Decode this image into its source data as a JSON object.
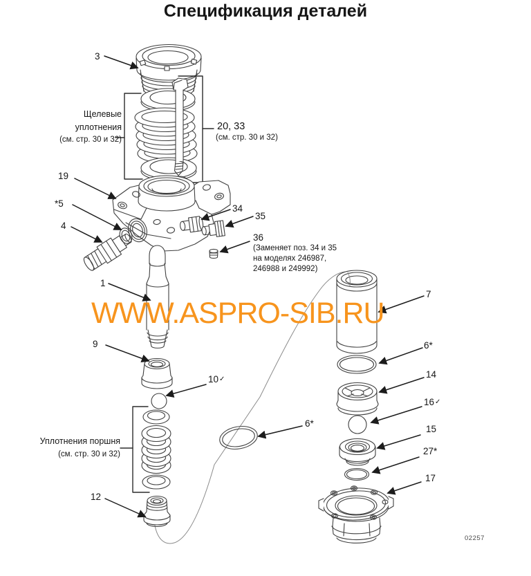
{
  "title": "Спецификация деталей",
  "watermark": "WWW.ASPRO-SIB.RU",
  "figure_number": "02257",
  "colors": {
    "watermark": "#F7941D",
    "line_art": "#3F3F3F",
    "text": "#161616"
  },
  "callouts": {
    "c3": "3",
    "c19": "19",
    "c5": "*5",
    "c4": "4",
    "c34": "34",
    "c35": "35",
    "c36": "36",
    "c1": "1",
    "c7": "7",
    "c9": "9",
    "c10": "10",
    "c12": "12",
    "c14": "14",
    "c15": "15",
    "c16": "16",
    "c17": "17",
    "c27": "27*",
    "c6_mid": "6*",
    "c6_right": "6*",
    "c20_33": "20, 33"
  },
  "marks": {
    "check": "✓"
  },
  "notes": {
    "throat_seals_line1": "Щелевые",
    "throat_seals_line2": "уплотнения",
    "throat_seals_ref": "(см. стр. 30 и 32)",
    "bolt_ref": "(см. стр. 30 и 32)",
    "piston_seals_line1": "Уплотнения поршня",
    "piston_seals_ref": "(см. стр. 30 и 32)",
    "note36_line1": "(Заменяет поз. 34 и 35",
    "note36_line2": "на моделях 246987,",
    "note36_line3": "246988 и 249992)"
  }
}
